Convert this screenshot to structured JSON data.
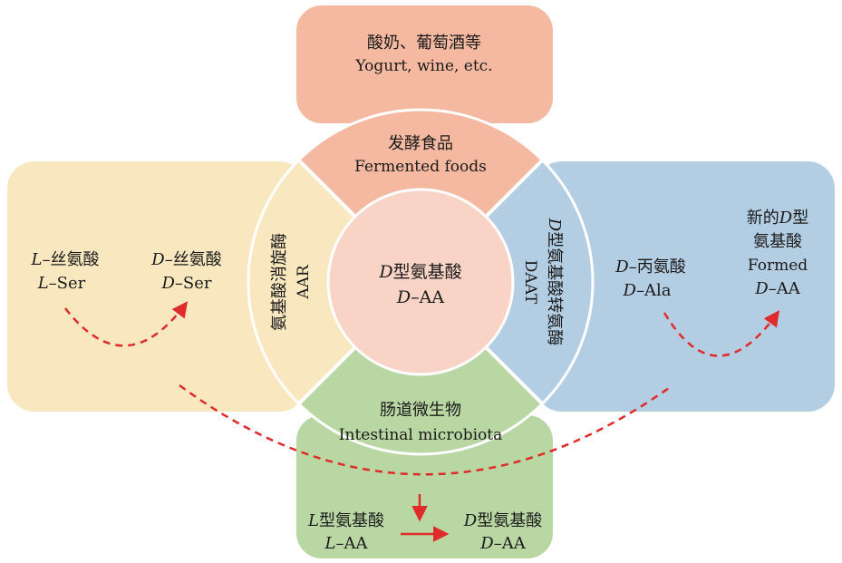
{
  "colors": {
    "top": "#f4b9a0",
    "left": "#f8e7bf",
    "right": "#b3cde3",
    "bottom": "#b9d7a3",
    "center": "#f9d4c6",
    "arrow": "#e02b2b",
    "ring": "#ffffff"
  },
  "top_box": {
    "line1": "酸奶、葡萄酒等",
    "line2": "Yogurt, wine, etc."
  },
  "top_sector": {
    "line1": "发酵食品",
    "line2": "Fermented foods"
  },
  "center": {
    "line1_italic": "D",
    "line1_rest": "型氨基酸",
    "line2_italic": "D",
    "line2_rest": "–AA"
  },
  "left_sector": {
    "line1": "氨基酸消旋酶",
    "line2": "AAR"
  },
  "right_sector": {
    "line1_italic": "D",
    "line1_rest": "型氨基酸转氨酶",
    "line2": "DAAT"
  },
  "bottom_sector": {
    "line1": "肠道微生物",
    "line2": "Intestinal microbiota"
  },
  "left_box": {
    "l_ser_cn_italic": "L",
    "l_ser_cn_rest": "–丝氨酸",
    "l_ser_en_italic": "L",
    "l_ser_en_rest": "–Ser",
    "d_ser_cn_italic": "D",
    "d_ser_cn_rest": "–丝氨酸",
    "d_ser_en_italic": "D",
    "d_ser_en_rest": "–Ser"
  },
  "right_box": {
    "d_ala_cn_italic": "D",
    "d_ala_cn_rest": "–丙氨酸",
    "d_ala_en_italic": "D",
    "d_ala_en_rest": "–Ala",
    "new_line1_pre": "新的",
    "new_line1_italic": "D",
    "new_line1_post": "型",
    "new_line2": "氨基酸",
    "new_line3": "Formed",
    "new_line4_italic": "D",
    "new_line4_rest": "–AA"
  },
  "bottom_box": {
    "l_cn_italic": "L",
    "l_cn_rest": "型氨基酸",
    "l_en_italic": "L",
    "l_en_rest": "–AA",
    "d_cn_italic": "D",
    "d_cn_rest": "型氨基酸",
    "d_en_italic": "D",
    "d_en_rest": "–AA"
  }
}
